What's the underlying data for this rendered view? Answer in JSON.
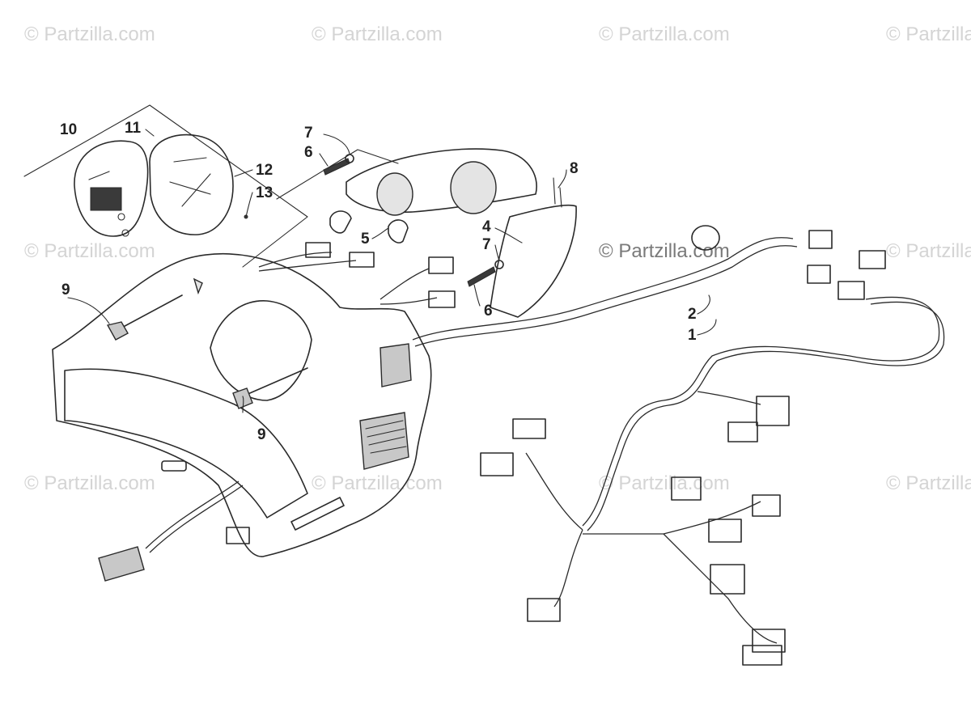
{
  "watermark": {
    "text": "© Partzilla.com",
    "center_text": "© Partzilla.com"
  },
  "callouts": {
    "c1": "1",
    "c2": "2",
    "c4": "4",
    "c5": "5",
    "c6a": "6",
    "c6b": "6",
    "c7a": "7",
    "c7b": "7",
    "c8": "8",
    "c9a": "9",
    "c9b": "9",
    "c10": "10",
    "c11": "11",
    "c12": "12",
    "c13": "13"
  }
}
